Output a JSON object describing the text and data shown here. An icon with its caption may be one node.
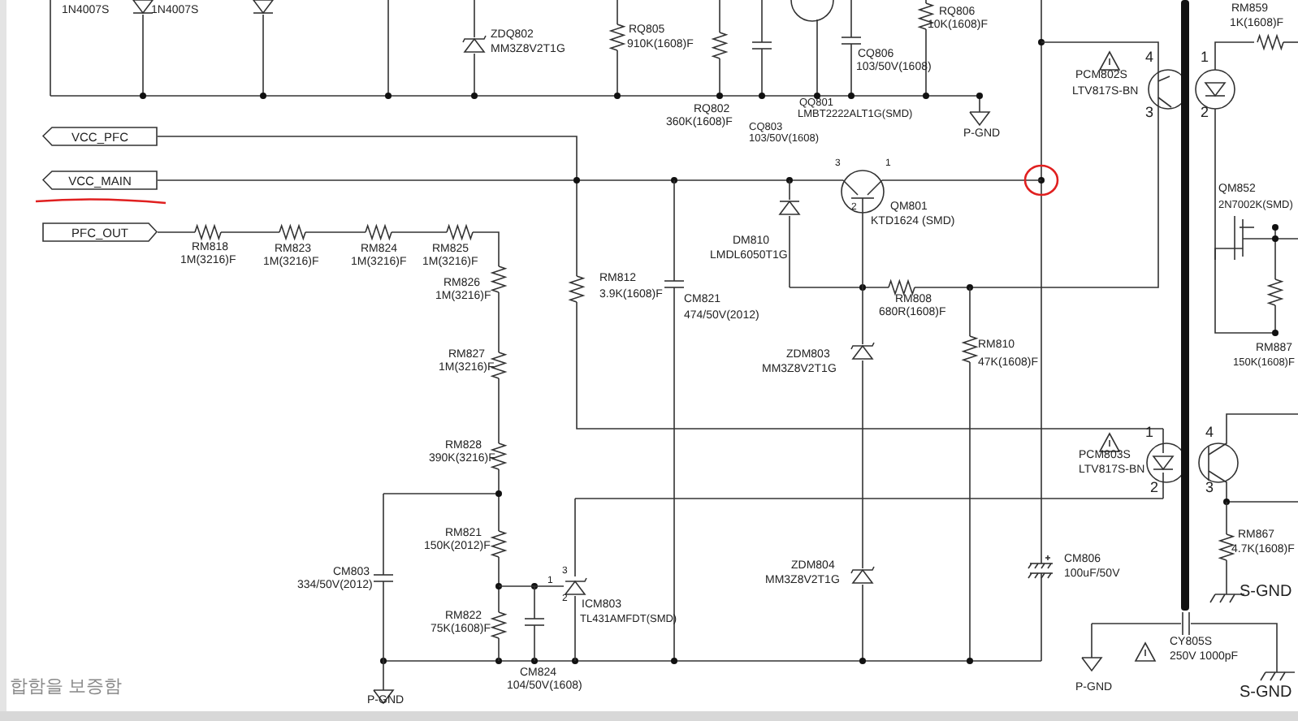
{
  "diagram": {
    "nodes": [
      {
        "text": [
          "VCC_PFC"
        ]
      },
      {
        "text": [
          "VCC_MAIN"
        ]
      },
      {
        "text": [
          "PFC_OUT"
        ]
      }
    ],
    "labels": [
      "1N4007S",
      "1N4007S",
      "ZDQ802",
      "MM3Z8V2T1G",
      "RQ805",
      "910K(1608)F",
      "RQ806",
      "10K(1608)F",
      "RM859",
      "1K(1608)F",
      "4",
      "1",
      "PCM802S",
      "LTV817S-BN",
      "3",
      "2",
      "CQ806",
      "103/50V(1608)",
      "RQ802",
      "360K(1608)F",
      "CQ803",
      "103/50V(1608)",
      "QQ801",
      "LMBT2222ALT1G(SMD)",
      "P-GND",
      "3",
      "1",
      "2",
      "QM801",
      "KTD1624 (SMD)",
      "QM852",
      "2N7002K(SMD)",
      "DM810",
      "LMDL6050T1G",
      "RM818",
      "1M(3216)F",
      "RM823",
      "1M(3216)F",
      "RM824",
      "1M(3216)F",
      "RM825",
      "1M(3216)F",
      "RM812",
      "3.9K(1608)F",
      "RM826",
      "1M(3216)F",
      "RM808",
      "680R(1608)F",
      "CM821",
      "474/50V(2012)",
      "RM810",
      "47K(1608)F",
      "RM827",
      "1M(3216)F",
      "ZDM803",
      "MM3Z8V2T1G",
      "RM887",
      "150K(1608)F",
      "1",
      "4",
      "PCM803S",
      "LTV817S-BN",
      "RM828",
      "390K(3216)F",
      "2",
      "3",
      "RM867",
      "4.7K(1608)F",
      "RM821",
      "150K(2012)F",
      "ZDM804",
      "MM3Z8V2T1G",
      "CM803",
      "334/50V(2012)",
      "CM806",
      "100uF/50V",
      "1",
      "3",
      "2",
      "ICM803",
      "TL431AMFDT(SMD)",
      "S-GND",
      "RM822",
      "75K(1608)F",
      "CY805S",
      "250V 1000pF",
      "CM824",
      "104/50V(1608)",
      "합함을 보증함",
      "P-GND",
      "P-GND",
      "S-GND"
    ]
  }
}
